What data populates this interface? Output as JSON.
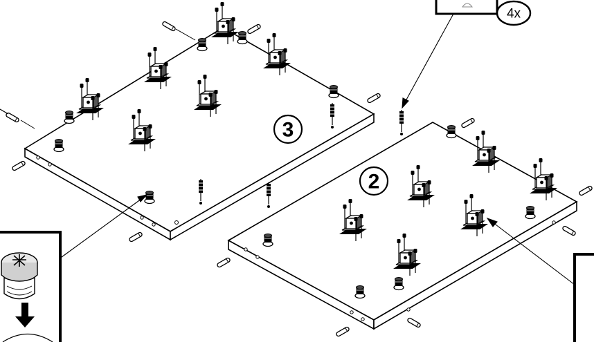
{
  "diagram": {
    "panel_right_label": "2",
    "panel_left_label": "3",
    "callout_quantity": "4x",
    "colors": {
      "ink": "#000000",
      "paper": "#ffffff",
      "shade": "#c8c8c8"
    }
  }
}
